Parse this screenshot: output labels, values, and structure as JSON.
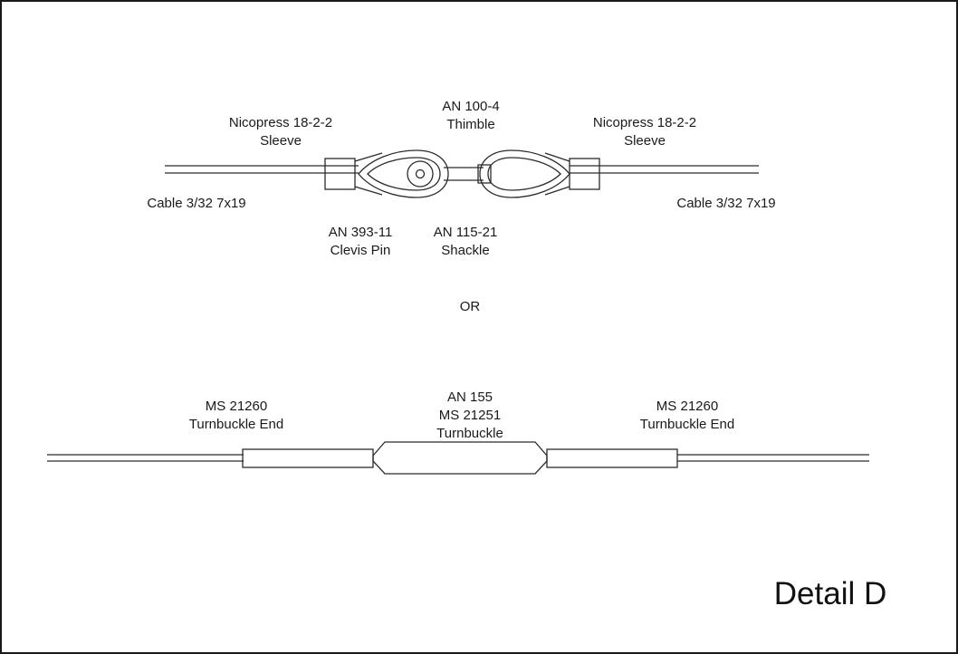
{
  "page": {
    "title": "Detail D"
  },
  "labels": {
    "thimble": {
      "line1": "AN 100-4",
      "line2": "Thimble"
    },
    "sleeve_left": {
      "line1": "Nicopress 18-2-2",
      "line2": "Sleeve"
    },
    "sleeve_right": {
      "line1": "Nicopress 18-2-2",
      "line2": "Sleeve"
    },
    "cable_left": {
      "line1": "Cable 3/32 7x19"
    },
    "cable_right": {
      "line1": "Cable 3/32 7x19"
    },
    "clevis_pin": {
      "line1": "AN 393-11",
      "line2": "Clevis Pin"
    },
    "shackle": {
      "line1": "AN 115-21",
      "line2": "Shackle"
    },
    "or_divider": {
      "line1": "OR"
    },
    "turnbuckle_end_left": {
      "line1": "MS 21260",
      "line2": "Turnbuckle End"
    },
    "turnbuckle": {
      "line1": "AN 155",
      "line2": "MS 21251",
      "line3": "Turnbuckle"
    },
    "turnbuckle_end_right": {
      "line1": "MS 21260",
      "line2": "Turnbuckle End"
    },
    "detail_title": {
      "line1": "Detail D"
    }
  },
  "colors": {
    "line": "#2b2b2b",
    "background": "#ffffff",
    "text": "#1a1a1a"
  }
}
